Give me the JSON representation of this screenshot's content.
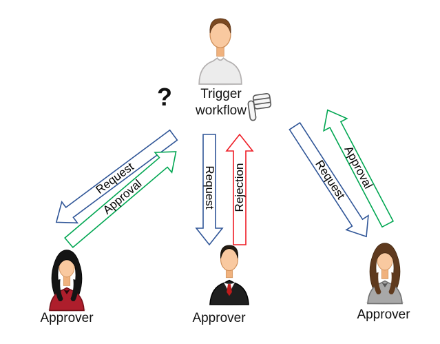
{
  "trigger": {
    "label": "Trigger workflow",
    "question_mark": "?"
  },
  "arrows": {
    "left_request": {
      "label": "Request",
      "direction": "down-left"
    },
    "left_approval": {
      "label": "Approval",
      "direction": "up-right"
    },
    "center_request": {
      "label": "Request",
      "direction": "down"
    },
    "center_rejection": {
      "label": "Rejection",
      "direction": "up"
    },
    "right_request": {
      "label": "Request",
      "direction": "down-right"
    },
    "right_approval": {
      "label": "Approval",
      "direction": "up-left"
    }
  },
  "approvers": [
    {
      "label": "Approver"
    },
    {
      "label": "Approver"
    },
    {
      "label": "Approver"
    }
  ],
  "icons": {
    "question_mark": "question-mark-icon",
    "thumbs_down": "thumbs-down-icon"
  },
  "colors": {
    "request_blue": "#2F5597",
    "approval_green": "#00A651",
    "rejection_red": "#EE1C25",
    "background": "#FFFFFF"
  }
}
